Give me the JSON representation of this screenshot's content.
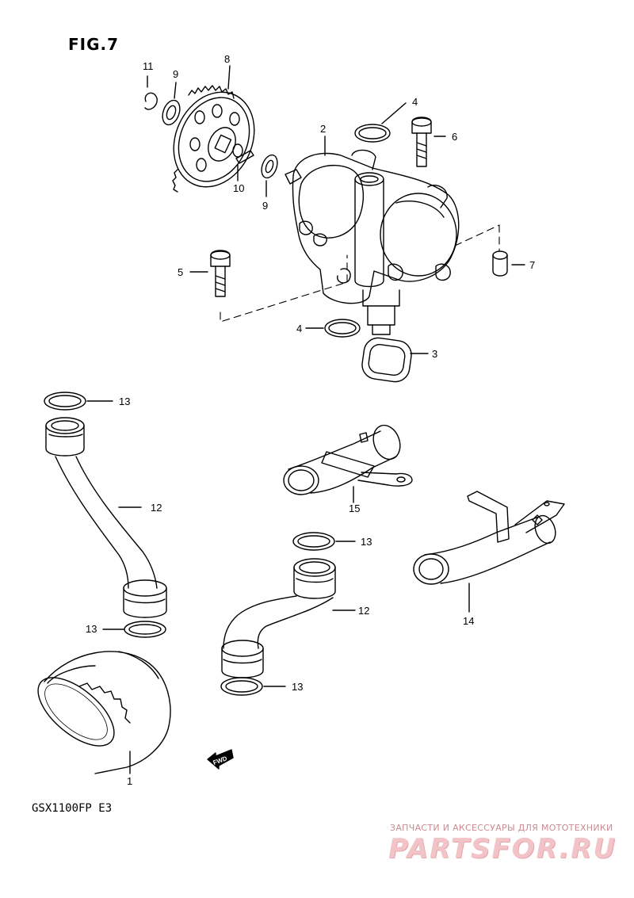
{
  "figure": {
    "title": "FIG.7",
    "model": "GSX1100FP  E3"
  },
  "watermark": {
    "subtitle": "ЗАПЧАСТИ И АКСЕССУАРЫ ДЛЯ МОТОТЕХНИКИ",
    "logo": "PARTSFOR.RU"
  },
  "fwd_label": "FWD",
  "callouts": [
    {
      "id": "c11a",
      "label": "11"
    },
    {
      "id": "c9a",
      "label": "9"
    },
    {
      "id": "c8",
      "label": "8"
    },
    {
      "id": "c10",
      "label": "10"
    },
    {
      "id": "c9b",
      "label": "9"
    },
    {
      "id": "c2",
      "label": "2"
    },
    {
      "id": "c4a",
      "label": "4"
    },
    {
      "id": "c6",
      "label": "6"
    },
    {
      "id": "c7",
      "label": "7"
    },
    {
      "id": "c5",
      "label": "5"
    },
    {
      "id": "c4b",
      "label": "4"
    },
    {
      "id": "c3",
      "label": "3"
    },
    {
      "id": "c13a",
      "label": "13"
    },
    {
      "id": "c12a",
      "label": "12"
    },
    {
      "id": "c13b",
      "label": "13"
    },
    {
      "id": "c15",
      "label": "15"
    },
    {
      "id": "c13c",
      "label": "13"
    },
    {
      "id": "c12b",
      "label": "12"
    },
    {
      "id": "c14",
      "label": "14"
    },
    {
      "id": "c13d",
      "label": "13"
    },
    {
      "id": "c1",
      "label": "1"
    }
  ]
}
